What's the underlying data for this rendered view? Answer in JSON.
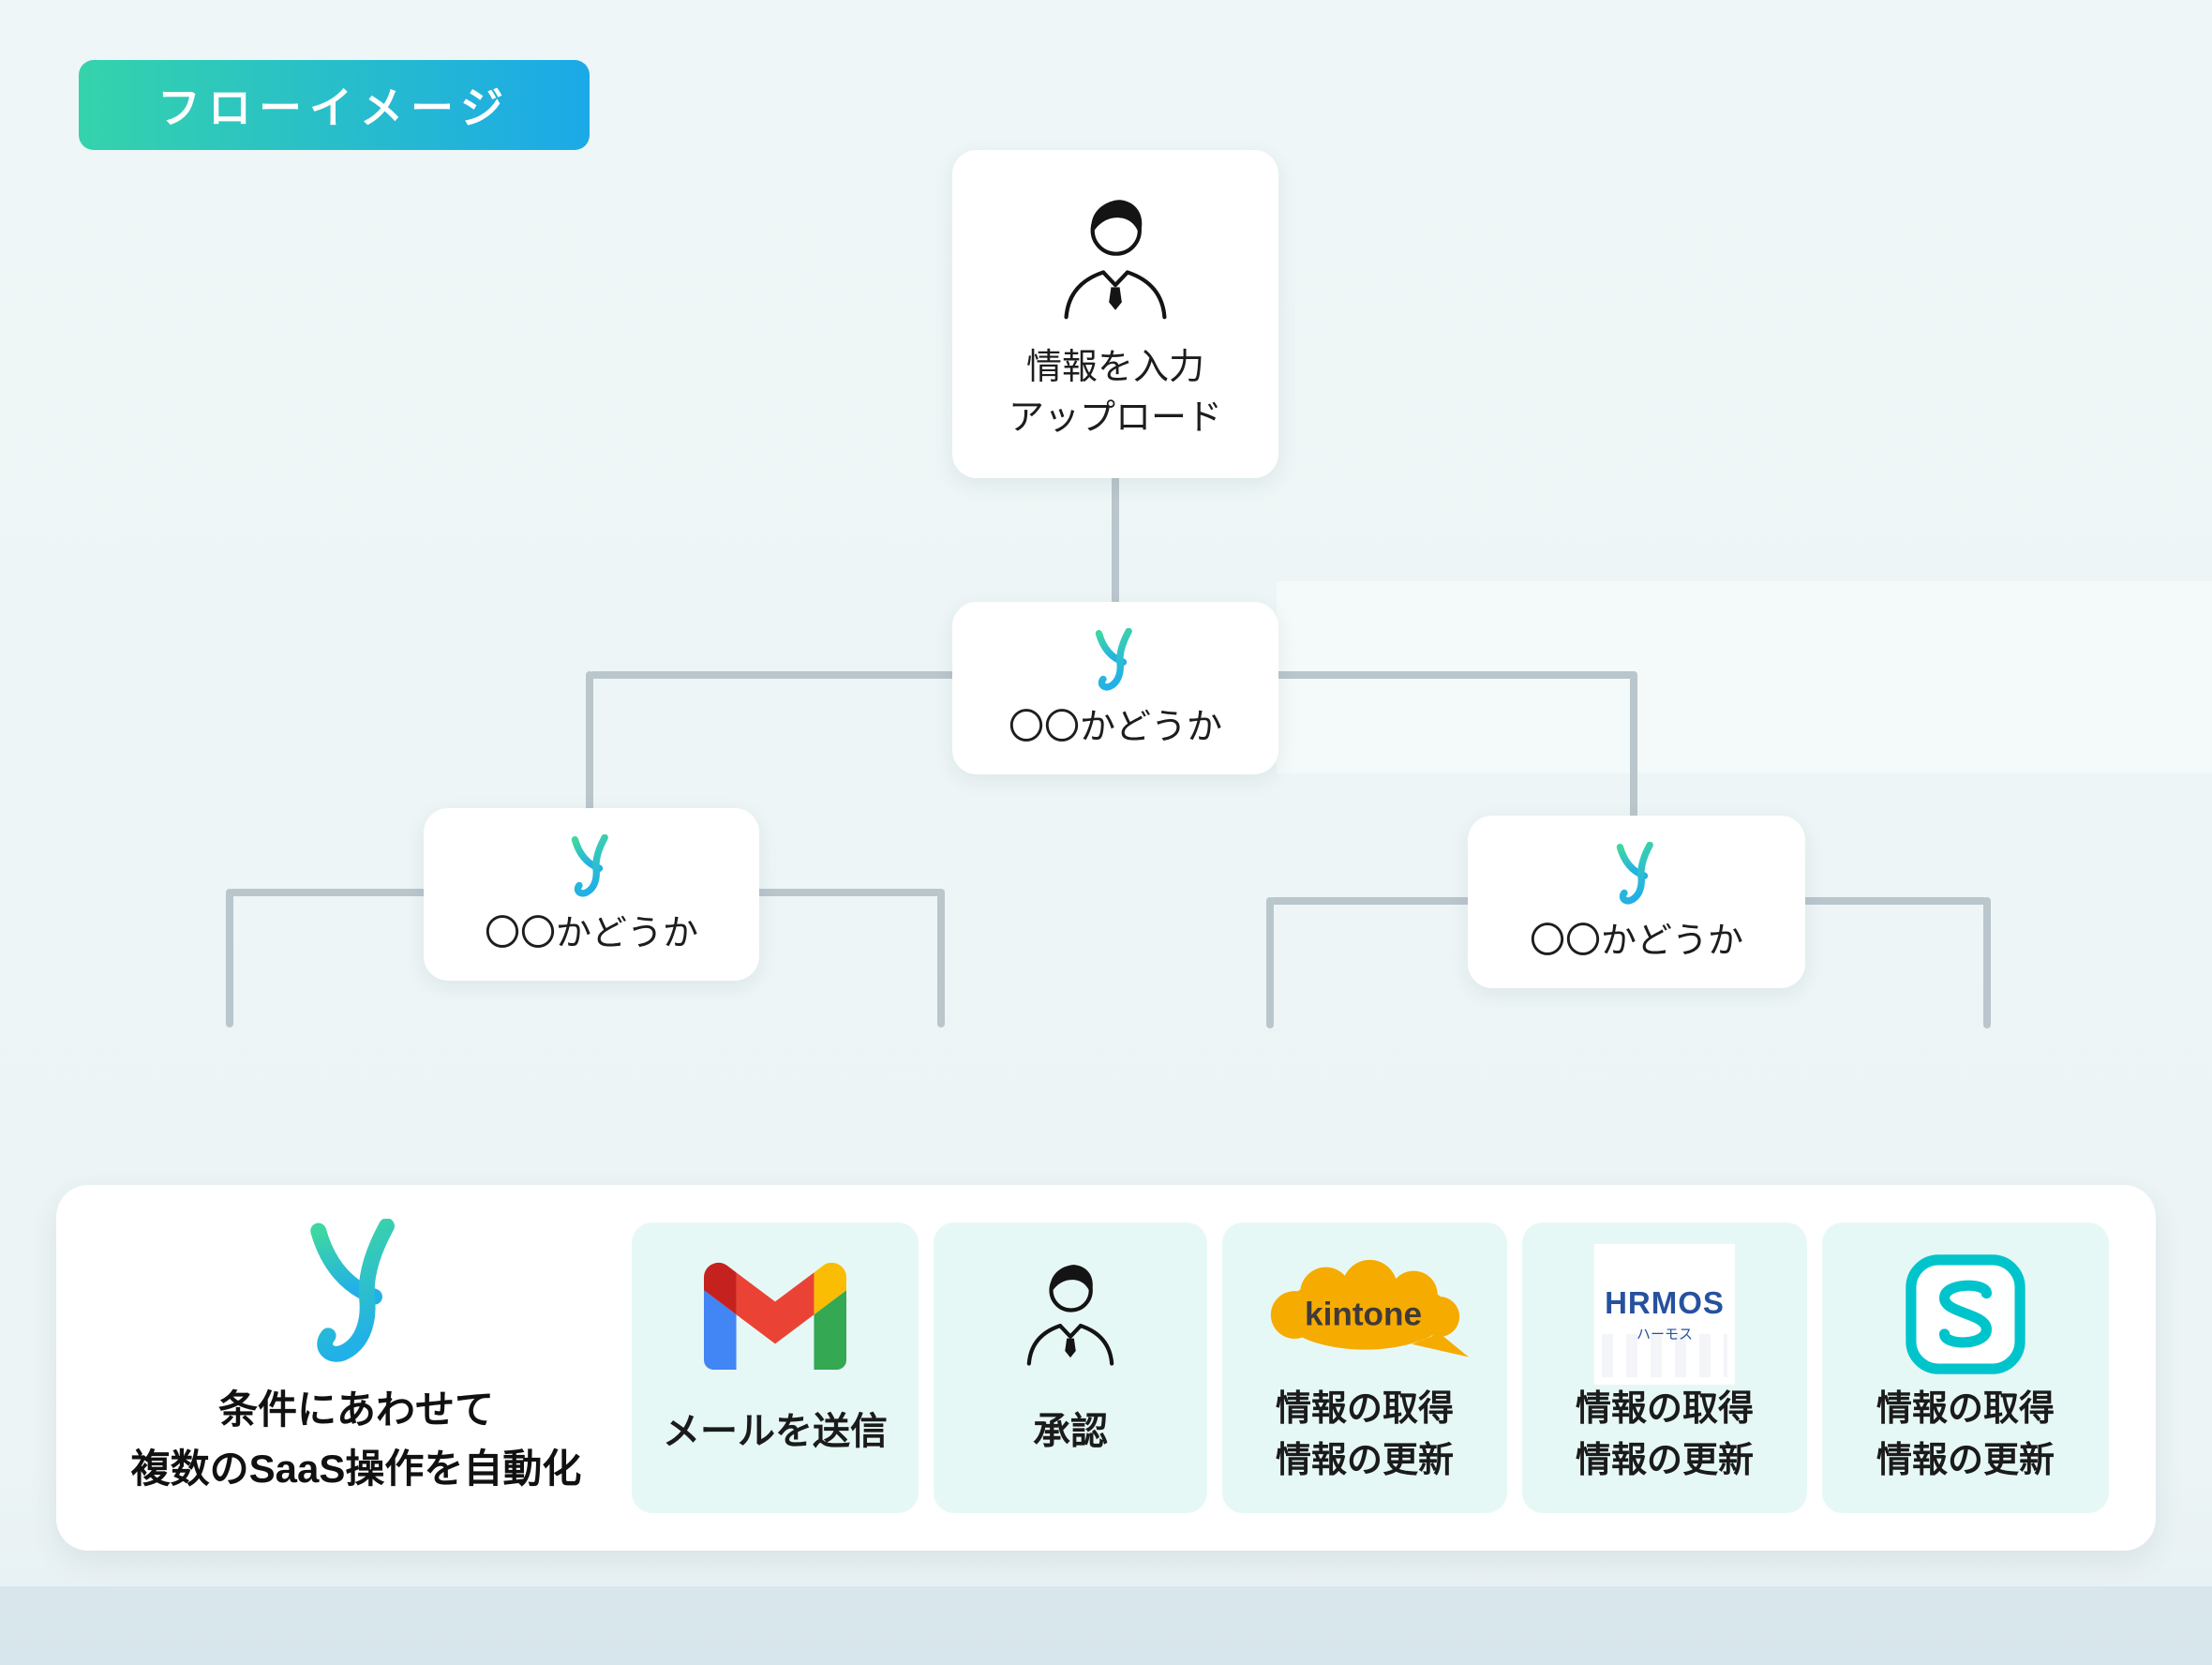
{
  "badge": {
    "label": "フローイメージ"
  },
  "flow": {
    "top_node": {
      "line1": "情報を入力",
      "line2": "アップロード"
    },
    "root_decision": {
      "label": "〇〇かどうか"
    },
    "left_decision": {
      "label": "〇〇かどうか"
    },
    "right_decision": {
      "label": "〇〇かどうか"
    }
  },
  "panel": {
    "yoom": {
      "line1": "条件にあわせて",
      "line2": "複数のSaaS操作を自動化"
    },
    "gmail_card": {
      "label": "メールを送信"
    },
    "approval_card": {
      "label": "承認"
    },
    "kintone_card": {
      "logo_text": "kintone",
      "line1": "情報の取得",
      "line2": "情報の更新"
    },
    "hrmos_card": {
      "logo_text": "HRMOS",
      "logo_subtext": "ハーモス",
      "line1": "情報の取得",
      "line2": "情報の更新"
    },
    "smarthr_card": {
      "line1": "情報の取得",
      "line2": "情報の更新"
    }
  },
  "colors": {
    "background": "#edf5f6",
    "badge_gradient_start": "#35d3ab",
    "badge_gradient_end": "#1ca9e8",
    "connector_line": "#b9c6cc",
    "tile_background": "#e6f8f5",
    "yoom_gradient_top": "#3fd7a0",
    "yoom_gradient_bottom": "#21b0e8",
    "kintone_yellow": "#f6ab00",
    "hrmos_blue": "#27519e",
    "smarthr_teal": "#00c4cc",
    "gmail_blue": "#4285f4",
    "gmail_green": "#34a853",
    "gmail_yellow": "#fbbc04",
    "gmail_red": "#ea4335",
    "gmail_dark_red": "#c5221f"
  }
}
